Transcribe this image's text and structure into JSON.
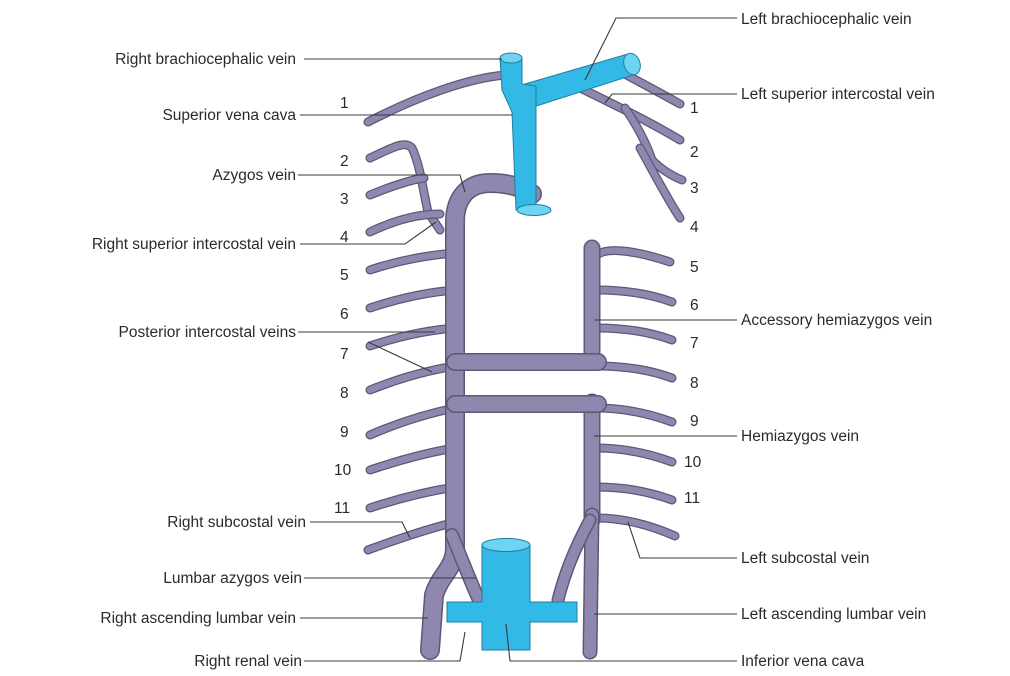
{
  "labels": {
    "right_brachiocephalic_vein": "Right brachiocephalic vein",
    "superior_vena_cava": "Superior vena cava",
    "azygos_vein": "Azygos vein",
    "right_superior_intercostal_vein": "Right superior intercostal vein",
    "posterior_intercostal_veins": "Posterior intercostal veins",
    "right_subcostal_vein": "Right subcostal vein",
    "lumbar_azygos_vein": "Lumbar azygos vein",
    "right_ascending_lumbar_vein": "Right ascending lumbar vein",
    "right_renal_vein": "Right renal vein",
    "left_brachiocephalic_vein": "Left brachiocephalic vein",
    "left_superior_intercostal_vein": "Left superior intercostal vein",
    "accessory_hemiazygos_vein": "Accessory hemiazygos vein",
    "hemiazygos_vein": "Hemiazygos vein",
    "left_subcostal_vein": "Left subcostal vein",
    "left_ascending_lumbar_vein": "Left ascending lumbar vein",
    "inferior_vena_cava": "Inferior vena cava"
  },
  "right_intercostal_numbers": [
    "1",
    "2",
    "3",
    "4",
    "5",
    "6",
    "7",
    "8",
    "9",
    "10",
    "11"
  ],
  "left_intercostal_numbers": [
    "1",
    "2",
    "3",
    "4",
    "5",
    "6",
    "7",
    "8",
    "9",
    "10",
    "11"
  ],
  "colors": {
    "vein": "#8f87ad",
    "vena_cava": "#33b9e6"
  }
}
